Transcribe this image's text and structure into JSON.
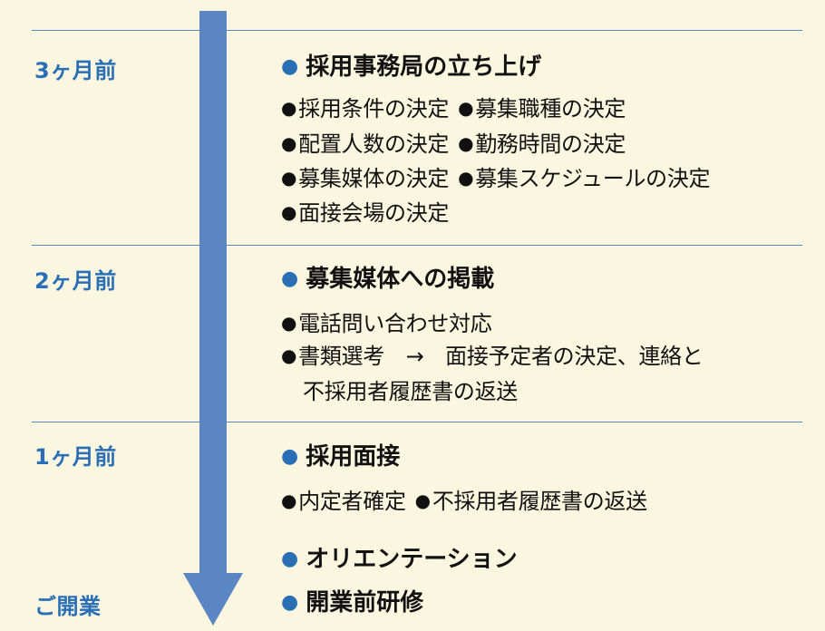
{
  "colors": {
    "background": "#fbf6e0",
    "arrow": "#5b86c4",
    "accent": "#2a6fb6",
    "text": "#111111"
  },
  "phases": {
    "p3": "3ヶ月前",
    "p2": "2ヶ月前",
    "p1": "1ヶ月前",
    "open": "ご開業"
  },
  "bullet": "●",
  "sections": {
    "s1": {
      "heading": "採用事務局の立ち上げ",
      "row1": {
        "a": "採用条件の決定",
        "b": "募集職種の決定"
      },
      "row2": {
        "a": "配置人数の決定",
        "b": "勤務時間の決定"
      },
      "row3": {
        "a": "募集媒体の決定",
        "b": "募集スケジュールの決定"
      },
      "row4": {
        "a": "面接会場の決定"
      }
    },
    "s2": {
      "heading": "募集媒体への掲載",
      "row1": {
        "a": "電話問い合わせ対応"
      },
      "row2": {
        "a": "書類選考　→　面接予定者の決定、連絡と"
      },
      "row3": {
        "a": "不採用者履歴書の返送"
      }
    },
    "s3": {
      "heading": "採用面接",
      "row1": {
        "a": "内定者確定",
        "b": "不採用者履歴書の返送"
      }
    },
    "s4": {
      "heading1": "オリエンテーション",
      "heading2": "開業前研修"
    }
  }
}
